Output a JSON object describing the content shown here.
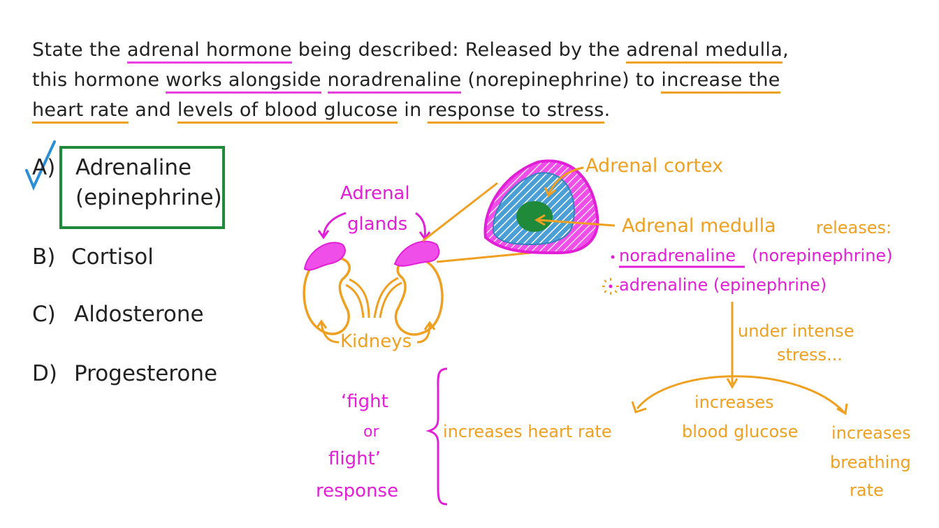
{
  "question": {
    "prefix": "State the ",
    "hl1": "adrenal hormone",
    "mid1": " being described: Released by the ",
    "hl2": "adrenal medulla",
    "mid1b": ",",
    "line2_start": "this hormone ",
    "hl3": "works alongside",
    "mid2": " ",
    "hl4": "noradrenaline",
    "mid3": " (norepinephrine) to ",
    "hl5": "increase the",
    "hl6": "heart rate",
    "mid4": " and ",
    "hl7": "levels of blood glucose",
    "mid5": " in ",
    "hl8": "response to stress",
    "end": "."
  },
  "options": [
    {
      "letter": "A)",
      "text_line1": "Adrenaline",
      "text_line2": "(epinephrine)",
      "correct": true
    },
    {
      "letter": "B)",
      "text": "Cortisol"
    },
    {
      "letter": "C)",
      "text": "Aldosterone"
    },
    {
      "letter": "D)",
      "text": "Progesterone"
    }
  ],
  "diagram": {
    "adrenal_glands_line1": "Adrenal",
    "adrenal_glands_line2": "glands",
    "kidneys": "Kidneys",
    "adrenal_cortex": "Adrenal cortex",
    "adrenal_medulla": "Adrenal medulla",
    "releases": "releases:",
    "bullet1_main": "noradrenaline",
    "bullet1_paren": "(norepinephrine)",
    "bullet2": "adrenaline (epinephrine)",
    "under_stress_line1": "under intense",
    "under_stress_line2": "stress...",
    "fight_line1": "‘fight",
    "fight_line2": "or",
    "fight_line3": "flight’",
    "fight_line4": "response",
    "effect1": "increases heart rate",
    "effect2_line1": "increases",
    "effect2_line2": "blood glucose",
    "effect3_line1": "increases",
    "effect3_line2": "breathing",
    "effect3_line3": "rate"
  },
  "colors": {
    "pink": "#e21fd7",
    "orange": "#f0a020",
    "green": "#1f8a3a",
    "blue": "#4a9fd6",
    "check": "#2a8fd6"
  }
}
